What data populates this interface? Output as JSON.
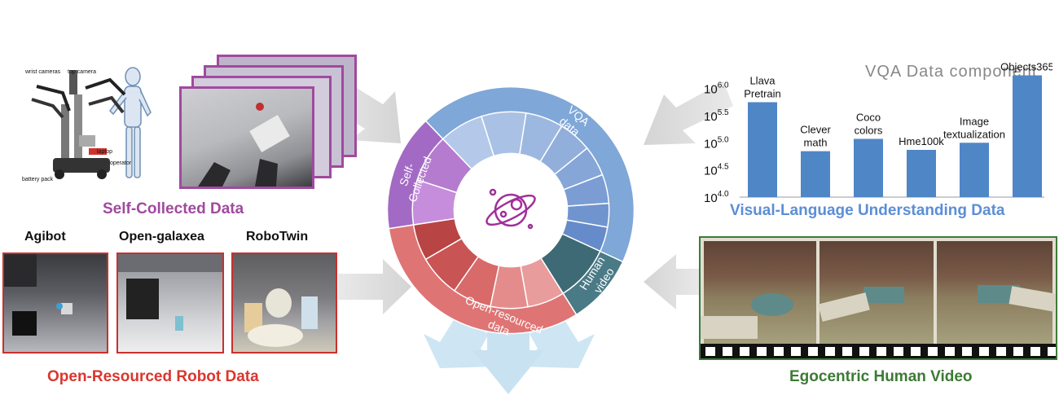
{
  "self_collected": {
    "title": "Self-Collected Data",
    "robot_labels": [
      "wrist cameras",
      "top camera",
      "laptop",
      "operator",
      "battery pack"
    ]
  },
  "open_resourced": {
    "title": "Open-Resourced Robot Data",
    "datasets": [
      "Agibot",
      "Open-galaxea",
      "RoboTwin"
    ]
  },
  "wheel": {
    "segments": [
      "VQA data",
      "Self-Collected",
      "Open-resourced data",
      "Human video"
    ],
    "colors": {
      "vqa": "#7fa7d8",
      "self": "#a26ac4",
      "open": "#df7474",
      "human": "#4a7a85"
    }
  },
  "vlu": {
    "title": "Visual-Language Understanding Data"
  },
  "egocentric": {
    "title": "Egocentric Human Video"
  },
  "chart_data": {
    "type": "bar",
    "title": "VQA Data component",
    "categories": [
      "Llava Pretrain",
      "Clever math",
      "Coco colors",
      "Hme100k",
      "Image textualization",
      "Objects365"
    ],
    "values": [
      558000,
      70000,
      118000,
      74000,
      100000,
      1740000
    ],
    "yscale": "log",
    "ylim": [
      10000,
      2500000
    ],
    "yticks": [
      "10^4.0",
      "10^4.5",
      "10^5.0",
      "10^5.5",
      "10^6.0"
    ],
    "color": "#4f86c6",
    "grid": false
  }
}
